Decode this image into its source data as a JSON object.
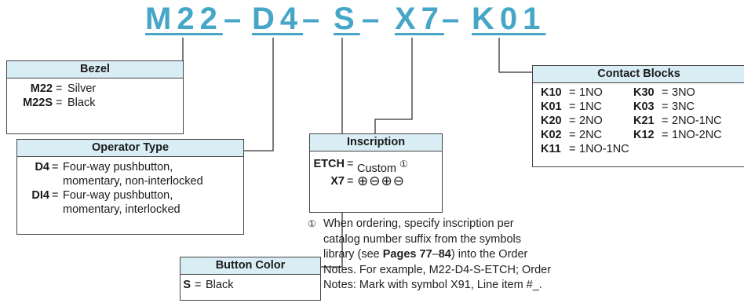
{
  "code": {
    "segments": [
      "M22",
      "D4",
      "S",
      "X7",
      "K01"
    ],
    "separator": "–"
  },
  "bezel": {
    "title": "Bezel",
    "items": [
      {
        "code": "M22",
        "eq": "=",
        "desc": "Silver"
      },
      {
        "code": "M22S",
        "eq": "=",
        "desc": "Black"
      }
    ]
  },
  "operator": {
    "title": "Operator Type",
    "items": [
      {
        "code": "D4",
        "eq": "=",
        "desc1": "Four-way pushbutton,",
        "desc2": "momentary, non-interlocked"
      },
      {
        "code": "DI4",
        "eq": "=",
        "desc1": "Four-way pushbutton,",
        "desc2": "momentary, interlocked"
      }
    ]
  },
  "button_color": {
    "title": "Button Color",
    "items": [
      {
        "code": "S",
        "eq": "=",
        "desc": "Black"
      }
    ]
  },
  "inscription": {
    "title": "Inscription",
    "items": [
      {
        "code": "ETCH",
        "eq": "=",
        "desc": "Custom",
        "footnote": "①"
      },
      {
        "code": "X7",
        "eq": "=",
        "desc": "⊕⊖⊕⊖"
      }
    ]
  },
  "contact": {
    "title": "Contact Blocks",
    "left": [
      {
        "code": "K10",
        "eq": "=",
        "desc": "1NO"
      },
      {
        "code": "K01",
        "eq": "=",
        "desc": "1NC"
      },
      {
        "code": "K20",
        "eq": "=",
        "desc": "2NO"
      },
      {
        "code": "K02",
        "eq": "=",
        "desc": "2NC"
      },
      {
        "code": "K11",
        "eq": "=",
        "desc": "1NO-1NC"
      }
    ],
    "right": [
      {
        "code": "K30",
        "eq": "=",
        "desc": "3NO"
      },
      {
        "code": "K03",
        "eq": "=",
        "desc": "3NC"
      },
      {
        "code": "K21",
        "eq": "=",
        "desc": "2NO-1NC"
      },
      {
        "code": "K12",
        "eq": "=",
        "desc": "1NO-2NC"
      }
    ]
  },
  "footnote": {
    "marker": "①",
    "line1": "When ordering, specify inscription per",
    "line2": "catalog number suffix from the symbols",
    "line3a": "library (see ",
    "line3b": "Pages 77",
    "line3c": "–",
    "line3d": "84",
    "line3e": ") into the Order",
    "line4": "Notes. For example, M22-D4-S-ETCH; Order",
    "line5": "Notes: Mark with symbol X91, Line item #_."
  },
  "colors": {
    "accent": "#45a6c8",
    "header_fill": "#d9edf5",
    "line": "#333333"
  }
}
